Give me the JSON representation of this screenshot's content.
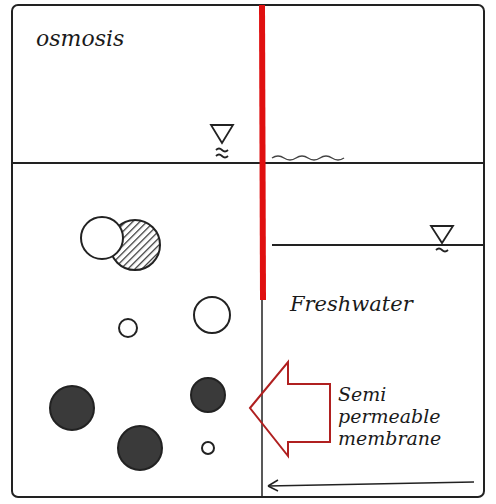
{
  "diagram": {
    "title": "osmosis",
    "labels": [
      "Freshwater",
      "Semi permeable membrane"
    ]
  }
}
